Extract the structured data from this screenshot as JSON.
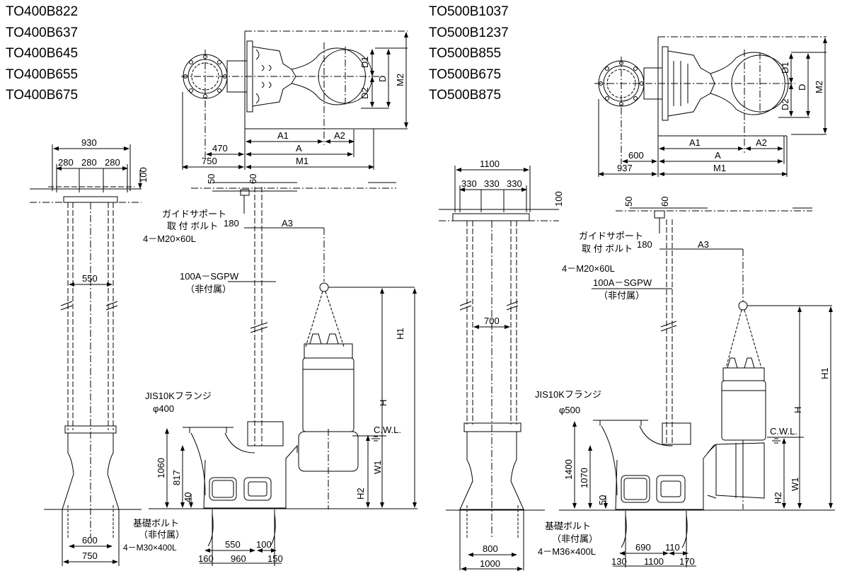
{
  "left": {
    "models": [
      "TO400B822",
      "TO400B637",
      "TO400B645",
      "TO400B655",
      "TO400B675"
    ],
    "plan_dims": {
      "a1": "A1",
      "a2": "A2",
      "a": "A",
      "d1": "D1",
      "d2": "D2",
      "d": "D",
      "m2": "M2",
      "m1": "M1",
      "d470": "470",
      "d750": "750"
    },
    "col_dims": {
      "w930": "930",
      "w280a": "280",
      "w280b": "280",
      "w280c": "280",
      "h100": "100",
      "w550": "550",
      "w600": "600",
      "w750": "750"
    },
    "elev_dims": {
      "v50": "50",
      "v60": "60",
      "h180": "180",
      "a3": "A3",
      "h1": "H1",
      "h": "H",
      "w1": "W1",
      "h2": "H2",
      "v1060": "1060",
      "v817": "817",
      "v40": "40",
      "b550": "550",
      "b100": "100",
      "b160": "160",
      "b960": "960",
      "b150": "150"
    },
    "labels": {
      "guide_support": "ガイドサポート",
      "mount_bolt": "取 付 ボルト",
      "guide_bolt_spec": "4－M20×60L",
      "pipe": "100A－SGPW",
      "not_included_1": "（非付属）",
      "flange": "JIS10Kフランジ",
      "flange_size": "φ400",
      "cwl": "C.W.L.",
      "foundation_bolt": "基礎ボルト",
      "not_included_2": "（非付属）",
      "foundation_spec": "4－M30×400L"
    }
  },
  "right": {
    "models": [
      "TO500B1037",
      "TO500B1237",
      "TO500B855",
      "TO500B675",
      "TO500B875"
    ],
    "plan_dims": {
      "a1": "A1",
      "a2": "A2",
      "a": "A",
      "d1": "D1",
      "d2": "D2",
      "d": "D",
      "m2": "M2",
      "m1": "M1",
      "d600": "600",
      "d937": "937"
    },
    "col_dims": {
      "w1100": "1100",
      "w330a": "330",
      "w330b": "330",
      "w330c": "330",
      "h100": "100",
      "w700": "700",
      "w800": "800",
      "w1000": "1000"
    },
    "elev_dims": {
      "v50": "50",
      "v60": "60",
      "h180": "180",
      "a3": "A3",
      "h1": "H1",
      "h": "H",
      "w1": "W1",
      "h2": "H2",
      "v1400": "1400",
      "v1070": "1070",
      "v50b": "50",
      "b690": "690",
      "b110": "110",
      "b130": "130",
      "b1100": "1100",
      "b170": "170"
    },
    "labels": {
      "guide_support": "ガイドサポート",
      "mount_bolt": "取 付 ボルト",
      "guide_bolt_spec": "4－M20×60L",
      "pipe": "100A－SGPW",
      "not_included_1": "（非付属）",
      "flange": "JIS10Kフランジ",
      "flange_size": "φ500",
      "cwl": "C.W.L.",
      "foundation_bolt": "基礎ボルト",
      "not_included_2": "（非付属）",
      "foundation_spec": "4－M36×400L"
    }
  }
}
